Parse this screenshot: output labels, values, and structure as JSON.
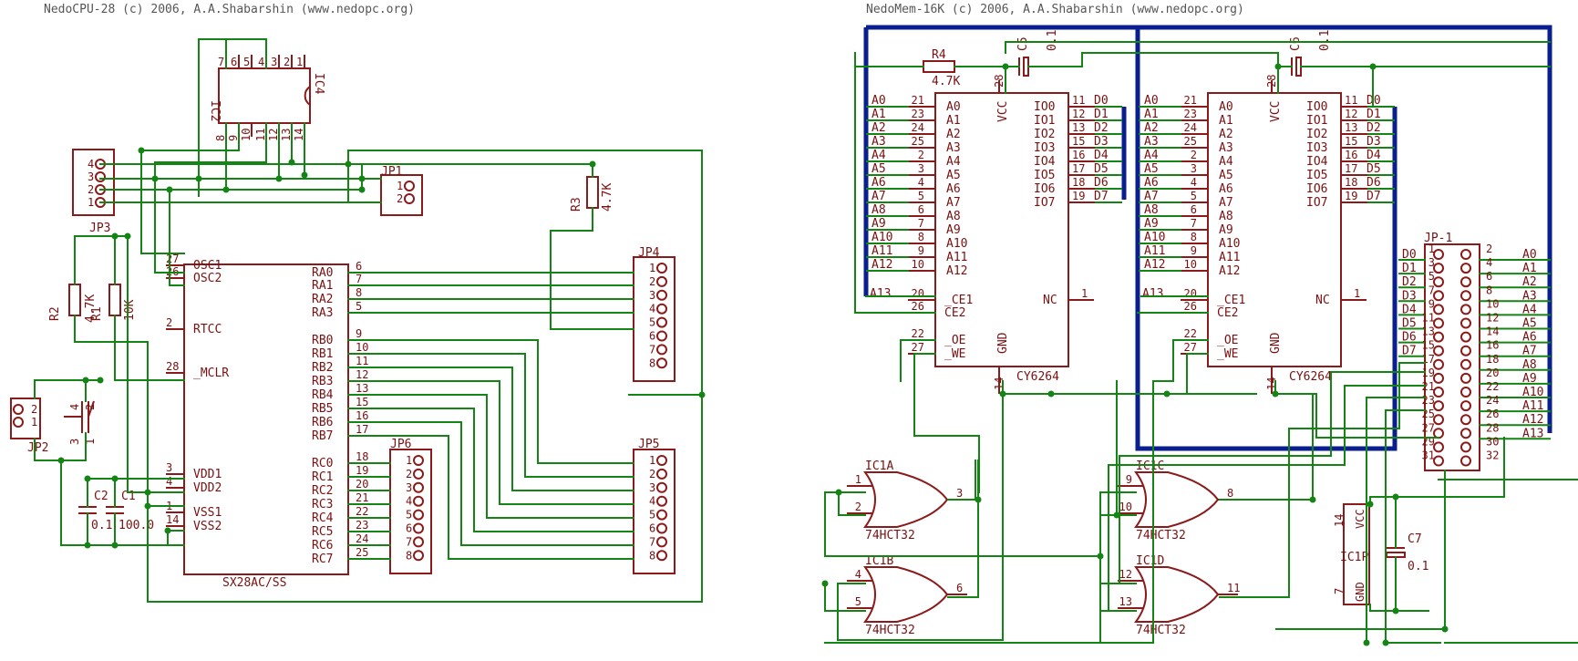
{
  "titles": {
    "left": "NedoCPU-28 (c) 2006, A.A.Shabarshin (www.nedopc.org)",
    "right": "NedoMem-16K (c) 2006, A.A.Shabarshin (www.nedopc.org)"
  },
  "colors": {
    "wire": "#148414",
    "symbol": "#8b1a1a",
    "bus": "#0a1f8f"
  },
  "cpu": {
    "name": "SX28AC/SS",
    "left_pins": [
      {
        "num": "27",
        "name": "OSC1"
      },
      {
        "num": "26",
        "name": "OSC2"
      },
      {
        "num": "2",
        "name": "RTCC"
      },
      {
        "num": "28",
        "name": "_MCLR"
      },
      {
        "num": "3",
        "name": "VDD1"
      },
      {
        "num": "4",
        "name": "VDD2"
      },
      {
        "num": "1",
        "name": "VSS1"
      },
      {
        "num": "14",
        "name": "VSS2"
      }
    ],
    "right_pins": [
      {
        "num": "6",
        "name": "RA0"
      },
      {
        "num": "7",
        "name": "RA1"
      },
      {
        "num": "8",
        "name": "RA2"
      },
      {
        "num": "5",
        "name": "RA3"
      },
      {
        "num": "9",
        "name": "RB0"
      },
      {
        "num": "10",
        "name": "RB1"
      },
      {
        "num": "11",
        "name": "RB2"
      },
      {
        "num": "12",
        "name": "RB3"
      },
      {
        "num": "13",
        "name": "RB4"
      },
      {
        "num": "15",
        "name": "RB5"
      },
      {
        "num": "16",
        "name": "RB6"
      },
      {
        "num": "17",
        "name": "RB7"
      },
      {
        "num": "18",
        "name": "RC0"
      },
      {
        "num": "19",
        "name": "RC1"
      },
      {
        "num": "20",
        "name": "RC2"
      },
      {
        "num": "21",
        "name": "RC3"
      },
      {
        "num": "22",
        "name": "RC4"
      },
      {
        "num": "23",
        "name": "RC5"
      },
      {
        "num": "24",
        "name": "RC6"
      },
      {
        "num": "25",
        "name": "RC7"
      }
    ]
  },
  "ic2": {
    "name": "IC2",
    "name2": "IC4",
    "top_pins": [
      "7",
      "6",
      "5",
      "4",
      "3",
      "2",
      "1"
    ],
    "bottom_pins": [
      "8",
      "9",
      "10",
      "11",
      "12",
      "13",
      "14"
    ]
  },
  "left_parts": {
    "jp1": {
      "name": "JP1",
      "pins": [
        "1",
        "2"
      ]
    },
    "jp2": {
      "name": "JP2",
      "pins": [
        "2",
        "1"
      ]
    },
    "jp3": {
      "name": "JP3",
      "pins": [
        "4",
        "3",
        "2",
        "1"
      ]
    },
    "jp4": {
      "name": "JP4",
      "pins": [
        "1",
        "2",
        "3",
        "4",
        "5",
        "6",
        "7",
        "8"
      ]
    },
    "jp5": {
      "name": "JP5",
      "pins": [
        "1",
        "2",
        "3",
        "4",
        "5",
        "6",
        "7",
        "8"
      ]
    },
    "jp6": {
      "name": "JP6",
      "pins": [
        "1",
        "2",
        "3",
        "4",
        "5",
        "6",
        "7",
        "8"
      ]
    },
    "r1": {
      "name": "R1",
      "value": "10K"
    },
    "r2": {
      "name": "R2",
      "value": "4.7K"
    },
    "r3": {
      "name": "R3",
      "value": "4.7K"
    },
    "c1": {
      "name": "C1",
      "value": "100.0"
    },
    "c2": {
      "name": "C2",
      "value": "0.1"
    },
    "switch_pins": [
      "1",
      "2",
      "3",
      "4"
    ]
  },
  "memory": {
    "chip_name": "CY6264",
    "addr_pins": [
      {
        "num": "21",
        "name": "A0"
      },
      {
        "num": "23",
        "name": "A1"
      },
      {
        "num": "24",
        "name": "A2"
      },
      {
        "num": "25",
        "name": "A3"
      },
      {
        "num": "2",
        "name": "A4"
      },
      {
        "num": "3",
        "name": "A5"
      },
      {
        "num": "4",
        "name": "A6"
      },
      {
        "num": "5",
        "name": "A7"
      },
      {
        "num": "6",
        "name": "A8"
      },
      {
        "num": "7",
        "name": "A9"
      },
      {
        "num": "8",
        "name": "A10"
      },
      {
        "num": "9",
        "name": "A11"
      },
      {
        "num": "10",
        "name": "A12"
      }
    ],
    "data_pins": [
      {
        "num": "11",
        "name": "IO0"
      },
      {
        "num": "12",
        "name": "IO1"
      },
      {
        "num": "13",
        "name": "IO2"
      },
      {
        "num": "15",
        "name": "IO3"
      },
      {
        "num": "16",
        "name": "IO4"
      },
      {
        "num": "17",
        "name": "IO5"
      },
      {
        "num": "18",
        "name": "IO6"
      },
      {
        "num": "19",
        "name": "IO7"
      }
    ],
    "data_nets": [
      "D0",
      "D1",
      "D2",
      "D3",
      "D4",
      "D5",
      "D6",
      "D7"
    ],
    "ctrl": {
      "ce1_num": "20",
      "ce1": "_CE1",
      "ce2_num": "26",
      "ce2": "CE2",
      "oe_num": "22",
      "oe": "_OE",
      "we_num": "27",
      "we": "_WE",
      "nc_num": "1",
      "nc": "NC",
      "gnd": "GND",
      "gnd_num": "14",
      "vcc": "VCC",
      "vcc_num": "28"
    },
    "a13_net": "A13",
    "r4": {
      "name": "R4",
      "value": "4.7K"
    },
    "c5": {
      "name": "C5",
      "value": "0.1"
    },
    "c6": {
      "name": "C6",
      "value": "0.1"
    },
    "c7": {
      "name": "C7",
      "value": "0.1"
    }
  },
  "gates": {
    "part": "74HCT32",
    "a": {
      "name": "IC1A",
      "in1": "1",
      "in2": "2",
      "out": "3"
    },
    "b": {
      "name": "IC1B",
      "in1": "4",
      "in2": "5",
      "out": "6"
    },
    "c": {
      "name": "IC1C",
      "in1": "9",
      "in2": "10",
      "out": "8"
    },
    "d": {
      "name": "IC1D",
      "in1": "12",
      "in2": "13",
      "out": "11"
    },
    "power": {
      "name": "IC1P",
      "vcc": "VCC",
      "vcc_num": "14",
      "gnd": "GND",
      "gnd_num": "7"
    }
  },
  "jp_1": {
    "name": "JP-1",
    "left": [
      {
        "net": "D0",
        "pin": "1"
      },
      {
        "net": "D1",
        "pin": "3"
      },
      {
        "net": "D2",
        "pin": "5"
      },
      {
        "net": "D3",
        "pin": "7"
      },
      {
        "net": "D4",
        "pin": "9"
      },
      {
        "net": "D5",
        "pin": "11"
      },
      {
        "net": "D6",
        "pin": "13"
      },
      {
        "net": "D7",
        "pin": "15"
      },
      {
        "net": "",
        "pin": "17"
      },
      {
        "net": "",
        "pin": "19"
      },
      {
        "net": "",
        "pin": "21"
      },
      {
        "net": "",
        "pin": "23"
      },
      {
        "net": "",
        "pin": "25"
      },
      {
        "net": "",
        "pin": "27"
      },
      {
        "net": "",
        "pin": "29"
      },
      {
        "net": "",
        "pin": "31"
      }
    ],
    "right": [
      {
        "net": "A0",
        "pin": "2"
      },
      {
        "net": "A1",
        "pin": "4"
      },
      {
        "net": "A2",
        "pin": "6"
      },
      {
        "net": "A3",
        "pin": "8"
      },
      {
        "net": "A4",
        "pin": "10"
      },
      {
        "net": "A5",
        "pin": "12"
      },
      {
        "net": "A6",
        "pin": "14"
      },
      {
        "net": "A7",
        "pin": "16"
      },
      {
        "net": "A8",
        "pin": "18"
      },
      {
        "net": "A9",
        "pin": "20"
      },
      {
        "net": "A10",
        "pin": "22"
      },
      {
        "net": "A11",
        "pin": "24"
      },
      {
        "net": "A12",
        "pin": "26"
      },
      {
        "net": "A13",
        "pin": "28"
      },
      {
        "net": "",
        "pin": "30"
      },
      {
        "net": "",
        "pin": "32"
      }
    ]
  }
}
